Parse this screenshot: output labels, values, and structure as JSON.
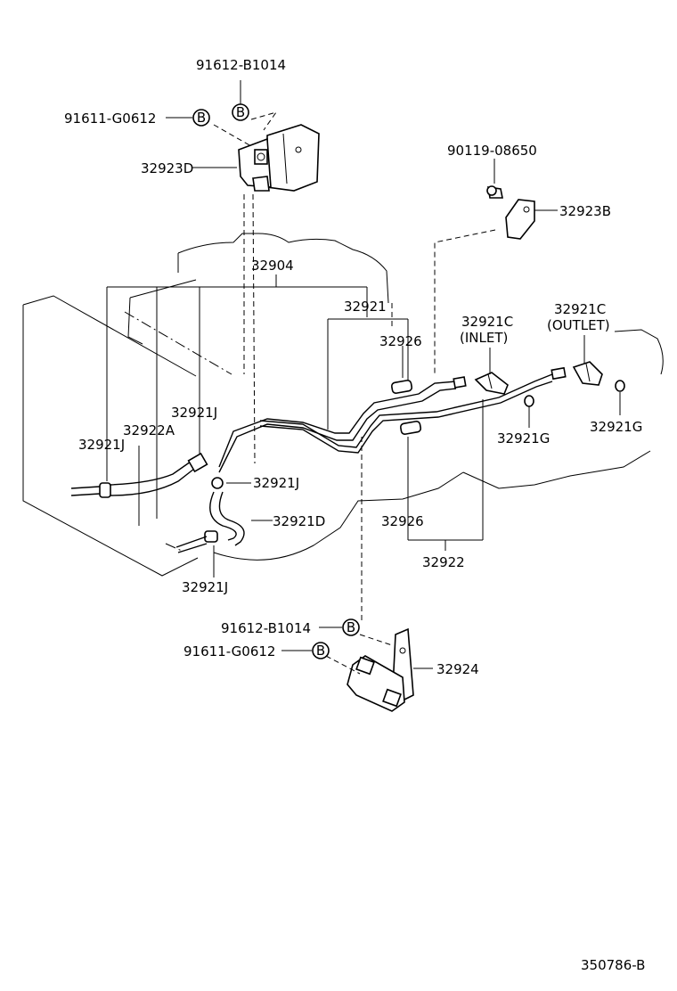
{
  "labels": {
    "bolt_91612_top": "91612-B1014",
    "bolt_91611_top": "91611-G0612",
    "bracket_32923D": "32923D",
    "bolt_90119": "90119-08650",
    "bracket_32923B": "32923B",
    "hose_32904": "32904",
    "tube_32921": "32921",
    "clamp_32926_top": "32926",
    "nipple_32921C_inlet": "32921C",
    "inlet": "(INLET)",
    "nipple_32921C_outlet": "32921C",
    "outlet": "(OUTLET)",
    "clip_32921J_a": "32921J",
    "hose_32922A": "32922A",
    "clip_32921J_b": "32921J",
    "clip_32921J_c": "32921J",
    "hose_32921D": "32921D",
    "oring_32921G_a": "32921G",
    "oring_32921G_b": "32921G",
    "clamp_32926_bottom": "32926",
    "tube_32922": "32922",
    "clip_32921J_d": "32921J",
    "bolt_91612_bottom": "91612-B1014",
    "bolt_91611_bottom": "91611-G0612",
    "bracket_32924": "32924",
    "diagram_id": "350786-B"
  },
  "callout_letter": "B"
}
